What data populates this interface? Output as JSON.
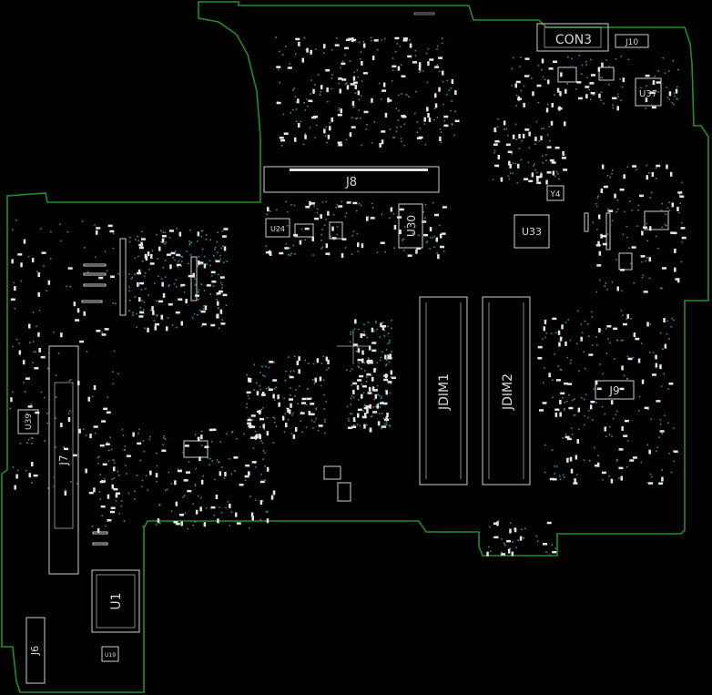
{
  "board": {
    "outline_color": "#1f8f2a",
    "silkscreen_color": "#d8d8d8",
    "via_color": "#2f8f95",
    "background_color": "#000000"
  },
  "components": {
    "con3": "CON3",
    "j10": "J10",
    "u37": "U37",
    "j8": "J8",
    "u24": "U24",
    "u30": "U30",
    "u33": "U33",
    "y4": "Y4",
    "jdim1": "JDIM1",
    "jdim2": "JDIM2",
    "j9": "J9",
    "u39": "U39",
    "j7": "J7",
    "u1": "U1",
    "j6": "J6",
    "u19": "U19"
  }
}
